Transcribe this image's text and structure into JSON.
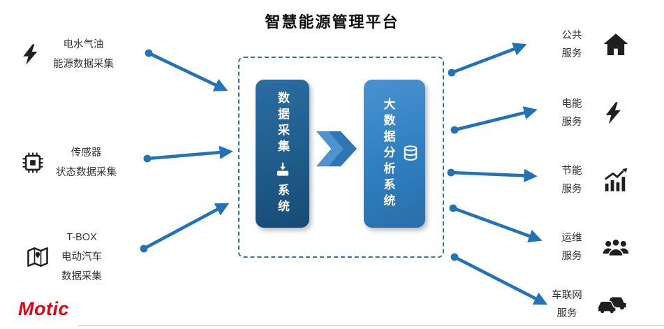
{
  "title": "智慧能源管理平台",
  "colors": {
    "accent_blue": "#2E75B6",
    "arrow_blue": "#2272B8",
    "collection_box_blue": "#1F5C8B",
    "analysis_box_blue": "#2F7EC0",
    "logo_red": "#E60012",
    "icon_black": "#1F1F1F"
  },
  "left_sources": [
    {
      "icon": "lightning-bolt-icon",
      "lines": [
        "电水气油",
        "能源数据采集"
      ]
    },
    {
      "icon": "sensor-chip-icon",
      "lines": [
        "传感器",
        "状态数据采集"
      ]
    },
    {
      "icon": "tbox-map-icon",
      "lines": [
        "T-BOX",
        "电动汽车",
        "数据采集"
      ]
    }
  ],
  "center": {
    "collection_system": {
      "label_top": "数据采集",
      "label_bottom": "系统",
      "icon": "data-intake-tray-icon"
    },
    "analysis_system": {
      "label": "大数据分析系统",
      "icon": "database-icon"
    }
  },
  "right_services": [
    {
      "lines": [
        "公共",
        "服务"
      ],
      "icon": "home-icon"
    },
    {
      "lines": [
        "电能",
        "服务"
      ],
      "icon": "lightning-bolt-icon"
    },
    {
      "lines": [
        "节能",
        "服务"
      ],
      "icon": "energy-chart-icon"
    },
    {
      "lines": [
        "运维",
        "服务"
      ],
      "icon": "people-group-icon"
    },
    {
      "lines": [
        "车联网",
        "服务"
      ],
      "icon": "connected-cars-icon"
    }
  ],
  "logo_text": "Motic"
}
